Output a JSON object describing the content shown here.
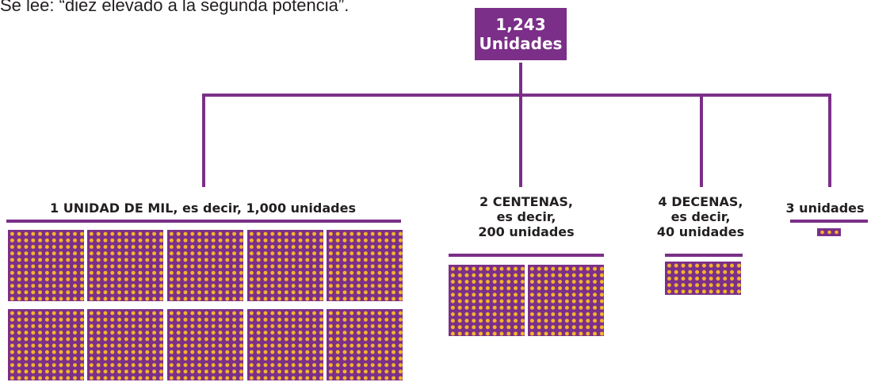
{
  "top_text": "Se lee: “diez elevado a la segunda potencia”.",
  "root": {
    "number": "1,243",
    "unit": "Unidades"
  },
  "groups": {
    "thousands": {
      "label": "1 UNIDAD DE MIL, es decir, 1,000 unidades",
      "blocks": 10
    },
    "hundreds": {
      "line1": "2 CENTENAS,",
      "line2": "es decir,",
      "line3": "200 unidades",
      "blocks": 2
    },
    "tens": {
      "line1": "4 DECENAS,",
      "line2": "es decir,",
      "line3": "40 unidades",
      "rods": 1
    },
    "ones": {
      "label": "3 unidades",
      "units": 3
    }
  },
  "colors": {
    "purple": "#7b2f88",
    "dot": "#f5b52b",
    "text": "#231f20"
  }
}
